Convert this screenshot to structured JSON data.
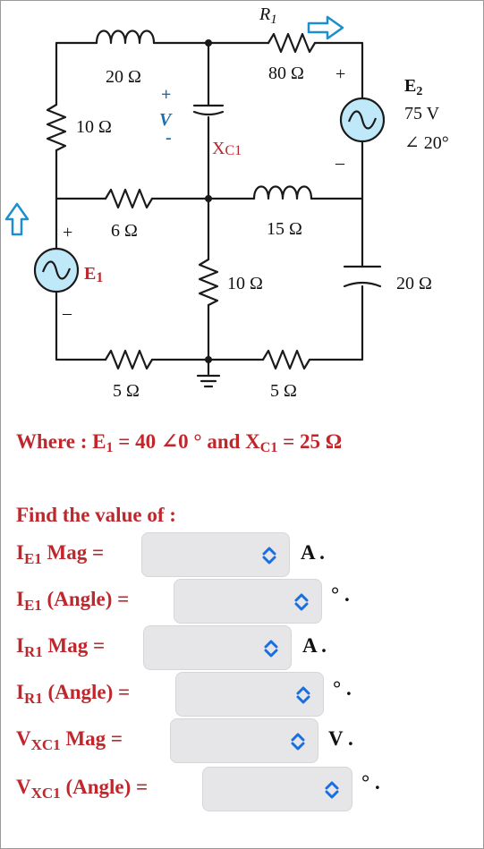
{
  "circuit": {
    "r1_label": "R",
    "r1_sub": "1",
    "l20_label": "20 Ω",
    "r80_label": "80 Ω",
    "e2_name": "E",
    "e2_sub": "2",
    "e2_voltage": "75 V",
    "e2_angle": "∠ 20°",
    "e2_plus": "+",
    "e2_minus": "–",
    "r10_left_label": "10 Ω",
    "vc_plus": "+",
    "vc_letter": "V",
    "vc_minus": "-",
    "xc1_label": "X",
    "xc1_sub": "C1",
    "r6_label": "6 Ω",
    "l15_label": "15 Ω",
    "e1_plus": "+",
    "e1_minus": "–",
    "e1_name": "E",
    "e1_sub": "1",
    "r10_mid_label": "10 Ω",
    "c20_label": "20 Ω",
    "r5_left_label": "5 Ω",
    "r5_right_label": "5 Ω"
  },
  "given": {
    "prefix": "Where : E",
    "e1_sub": "1",
    "mid": " = 40 ∠0 ° and X",
    "xc_sub": "C1",
    "suffix": " = 25 Ω"
  },
  "find_title": "Find the value of :",
  "questions": [
    {
      "name": "I",
      "sub": "E1",
      "rest": " Mag =",
      "unit": "A ."
    },
    {
      "name": "I",
      "sub": "E1",
      "rest": " (Angle) =",
      "unit": "° ."
    },
    {
      "name": "I",
      "sub": "R1",
      "rest": " Mag =",
      "unit": "A ."
    },
    {
      "name": "I",
      "sub": "R1",
      "rest": " (Angle) =",
      "unit": "° ."
    },
    {
      "name": "V",
      "sub": "XC1",
      "rest": " Mag =",
      "unit": "V ."
    },
    {
      "name": "V",
      "sub": "XC1",
      "rest": " (Angle) =",
      "unit": "° ."
    }
  ],
  "colors": {
    "accent": "#c0272d",
    "source_fill": "#bfe9f9",
    "arrow": "#1d8fcf"
  }
}
